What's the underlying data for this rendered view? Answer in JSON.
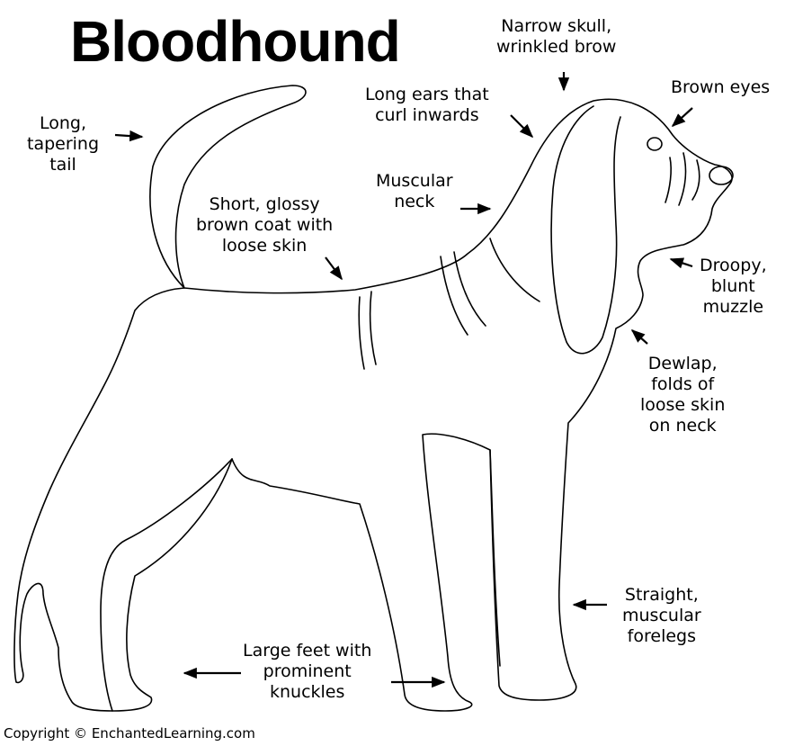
{
  "title": "Bloodhound",
  "labels": {
    "tail": "Long,\ntapering\ntail",
    "skull": "Narrow skull,\nwrinkled brow",
    "ears": "Long ears that\ncurl inwards",
    "eyes": "Brown eyes",
    "neck": "Muscular\nneck",
    "coat": "Short, glossy\nbrown coat with\nloose skin",
    "muzzle": "Droopy,\nblunt\nmuzzle",
    "dewlap": "Dewlap,\nfolds of\nloose skin\non neck",
    "forelegs": "Straight,\nmuscular\nforelegs",
    "feet": "Large feet with\nprominent\nknuckles"
  },
  "copyright": "Copyright © EnchantedLearning.com",
  "colors": {
    "line": "#000000",
    "background": "#ffffff"
  }
}
